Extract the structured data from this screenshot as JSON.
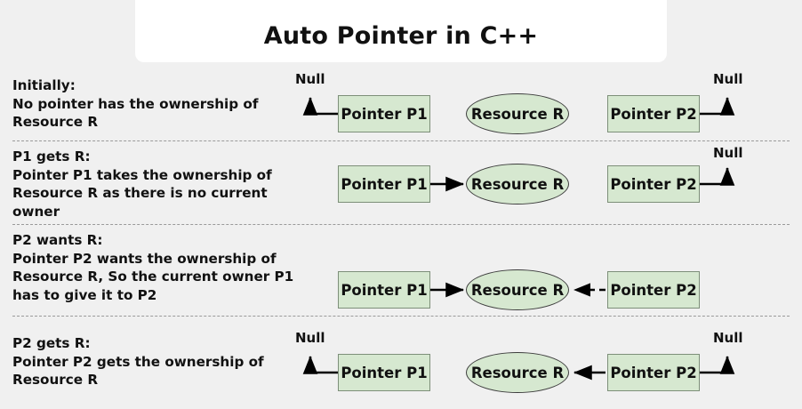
{
  "header": {
    "title": "Auto Pointer in C++"
  },
  "canvas": {
    "background_color": "#f0f0f0",
    "title_card_color": "#ffffff",
    "node_fill_color": "#d6e8d0",
    "box_border_color": "#7d8f79",
    "ellipse_border_color": "#3d3d3d",
    "arrow_color": "#000000",
    "separator_color": "#9a9a9a"
  },
  "rows": [
    {
      "id": "initially",
      "heading": "Initially:",
      "body": "No pointer has the ownership of Resource R",
      "nodes": {
        "p1_label": "Pointer P1",
        "resource_label": "Resource R",
        "p2_label": "Pointer P2"
      },
      "null_labels": {
        "left": "Null",
        "right": "Null"
      },
      "arrows": [
        {
          "from": "pointer-p1",
          "to": "null",
          "style": "solid",
          "direction": "left-up"
        },
        {
          "from": "pointer-p2",
          "to": "null",
          "style": "solid",
          "direction": "right-up"
        }
      ]
    },
    {
      "id": "p1-gets-r",
      "heading": "P1 gets R:",
      "body": "Pointer P1 takes the ownership of Resource R as there is no current owner",
      "nodes": {
        "p1_label": "Pointer P1",
        "resource_label": "Resource R",
        "p2_label": "Pointer P2"
      },
      "null_labels": {
        "left": "",
        "right": "Null"
      },
      "arrows": [
        {
          "from": "pointer-p1",
          "to": "resource-r",
          "style": "solid",
          "direction": "right"
        },
        {
          "from": "pointer-p2",
          "to": "null",
          "style": "solid",
          "direction": "right-up"
        }
      ]
    },
    {
      "id": "p2-wants-r",
      "heading": "P2 wants R:",
      "body": "Pointer P2 wants the ownership of Resource R, So the current owner P1 has to give it to P2",
      "nodes": {
        "p1_label": "Pointer P1",
        "resource_label": "Resource R",
        "p2_label": "Pointer P2"
      },
      "null_labels": {
        "left": "",
        "right": ""
      },
      "arrows": [
        {
          "from": "pointer-p1",
          "to": "resource-r",
          "style": "solid",
          "direction": "right"
        },
        {
          "from": "pointer-p2",
          "to": "resource-r",
          "style": "dashed",
          "direction": "left"
        }
      ]
    },
    {
      "id": "p2-gets-r",
      "heading": "P2 gets R:",
      "body": "Pointer P2 gets the ownership of Resource R",
      "nodes": {
        "p1_label": "Pointer P1",
        "resource_label": "Resource R",
        "p2_label": "Pointer P2"
      },
      "null_labels": {
        "left": "Null",
        "right": "Null"
      },
      "arrows": [
        {
          "from": "pointer-p1",
          "to": "null",
          "style": "solid",
          "direction": "left-up"
        },
        {
          "from": "pointer-p2",
          "to": "resource-r",
          "style": "solid",
          "direction": "left"
        },
        {
          "from": "pointer-p2",
          "to": "null",
          "style": "solid",
          "direction": "right-up"
        }
      ]
    }
  ]
}
